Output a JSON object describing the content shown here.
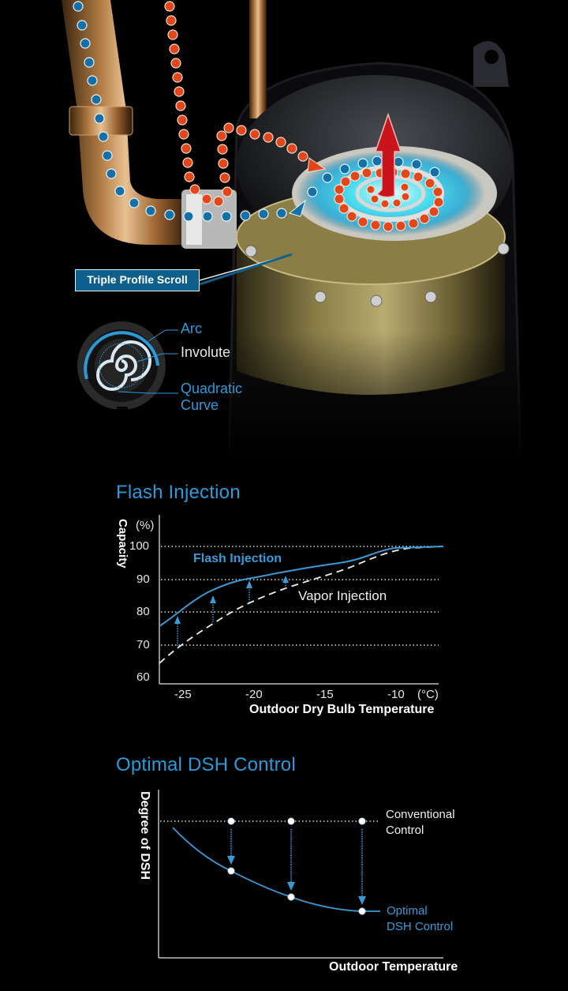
{
  "hero": {
    "callout_label": "Triple Profile Scroll",
    "scroll_profile_labels": [
      "Arc",
      "Involute",
      "Quadratic",
      "Curve"
    ],
    "colors": {
      "refrigerant_blue": "#1570a6",
      "refrigerant_red": "#e2461a",
      "discharge_arrow": "#c8141a",
      "accent": "#2b9ad9",
      "callout_bg": "#0f5f8c"
    }
  },
  "flash_chart": {
    "title": "Flash Injection",
    "y_unit": "(%)",
    "y_label": "Capacity",
    "x_label": "Outdoor Dry Bulb Temperature",
    "x_unit": "(°C)",
    "y_ticks": [
      "100",
      "90",
      "80",
      "70",
      "60"
    ],
    "x_ticks": [
      "-25",
      "-20",
      "-15",
      "-10"
    ],
    "series_flash_label": "Flash Injection",
    "series_vapor_label": "Vapor Injection"
  },
  "dsh_chart": {
    "title": "Optimal DSH Control",
    "y_label": "Degree of DSH",
    "x_label": "Outdoor Temperature",
    "conventional_label_1": "Conventional",
    "conventional_label_2": "Control",
    "optimal_label_1": "Optimal",
    "optimal_label_2": "DSH Control"
  },
  "chart_data": [
    {
      "type": "line",
      "title": "Flash Injection",
      "xlabel": "Outdoor Dry Bulb Temperature (°C)",
      "ylabel": "Capacity (%)",
      "xlim": [
        -26.7,
        -7.5
      ],
      "ylim": [
        60,
        100
      ],
      "x_ticks": [
        -25,
        -20,
        -15,
        -10
      ],
      "y_ticks": [
        60,
        70,
        80,
        90,
        100
      ],
      "grid": "horizontal dotted at 70, 80, 90, 100",
      "x": [
        -26.7,
        -25.4,
        -22.9,
        -20.4,
        -17.8,
        -14.0,
        -10.0,
        -6.7
      ],
      "series": [
        {
          "name": "Flash Injection",
          "style": "solid blue",
          "values": [
            76,
            79.5,
            87.5,
            90.2,
            92.6,
            95.2,
            99.5,
            100
          ]
        },
        {
          "name": "Vapor Injection",
          "style": "dashed white",
          "values": [
            64.4,
            69.2,
            76.4,
            83.1,
            87.2,
            92.0,
            99.0,
            100
          ]
        }
      ],
      "annotations": [
        "Upward arrows from Vapor Injection to Flash Injection at approx. -25.4, -22.9, -20.4, -17.8 °C"
      ]
    },
    {
      "type": "line",
      "title": "Optimal DSH Control",
      "xlabel": "Outdoor Temperature",
      "ylabel": "Degree of DSH",
      "qualitative": true,
      "series": [
        {
          "name": "Conventional Control",
          "style": "dotted white horizontal",
          "points": [
            [
              0.26,
              0.82
            ],
            [
              0.47,
              0.82
            ],
            [
              0.73,
              0.82
            ]
          ]
        },
        {
          "name": "Optimal DSH Control",
          "style": "solid blue decreasing curve",
          "points": [
            [
              0.05,
              0.8
            ],
            [
              0.26,
              0.53
            ],
            [
              0.47,
              0.37
            ],
            [
              0.73,
              0.29
            ],
            [
              0.86,
              0.29
            ]
          ]
        }
      ],
      "annotations": [
        "Downward arrows from Conventional Control points to Optimal DSH Control points"
      ]
    }
  ]
}
